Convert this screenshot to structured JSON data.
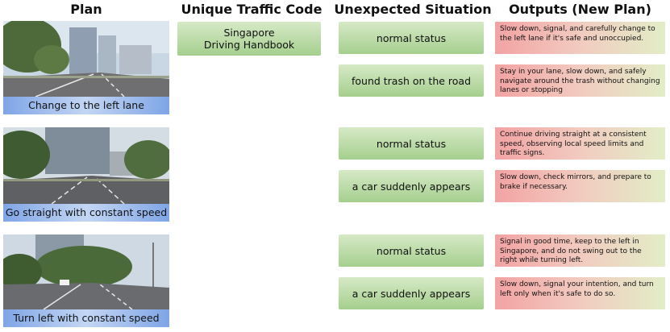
{
  "headers": {
    "plan": "Plan",
    "traffic_code": "Unique Traffic Code",
    "situation": "Unexpected Situation",
    "outputs": "Outputs (New Plan)"
  },
  "traffic_code": {
    "line1": "Singapore",
    "line2": "Driving Handbook"
  },
  "rows": [
    {
      "plan": "Change to the left lane",
      "situations": [
        {
          "label": "normal status",
          "output": "Slow down, signal, and carefully change to the left lane if it's safe and unoccupied."
        },
        {
          "label": "found trash on the road",
          "output": "Stay in your lane, slow down, and safely navigate around the trash without changing lanes or stopping"
        }
      ]
    },
    {
      "plan": "Go straight with constant speed",
      "situations": [
        {
          "label": "normal status",
          "output": "Continue driving straight at a consistent speed, observing local speed limits and traffic signs."
        },
        {
          "label": "a car suddenly appears",
          "output": "Slow down, check mirrors, and prepare to brake if necessary."
        }
      ]
    },
    {
      "plan": "Turn left with constant speed",
      "situations": [
        {
          "label": "normal status",
          "output": "Signal in good time, keep to the left in Singapore, and do not swing out to the right while turning left."
        },
        {
          "label": "a car suddenly appears",
          "output": "Slow down, signal your intention, and turn left only when it's safe to do so."
        }
      ]
    }
  ],
  "colors": {
    "plan_label": "#7fa5e6",
    "situation_box": "#a5cf8e",
    "output_red": "#f2a3a3",
    "output_green": "#e2edc7"
  }
}
